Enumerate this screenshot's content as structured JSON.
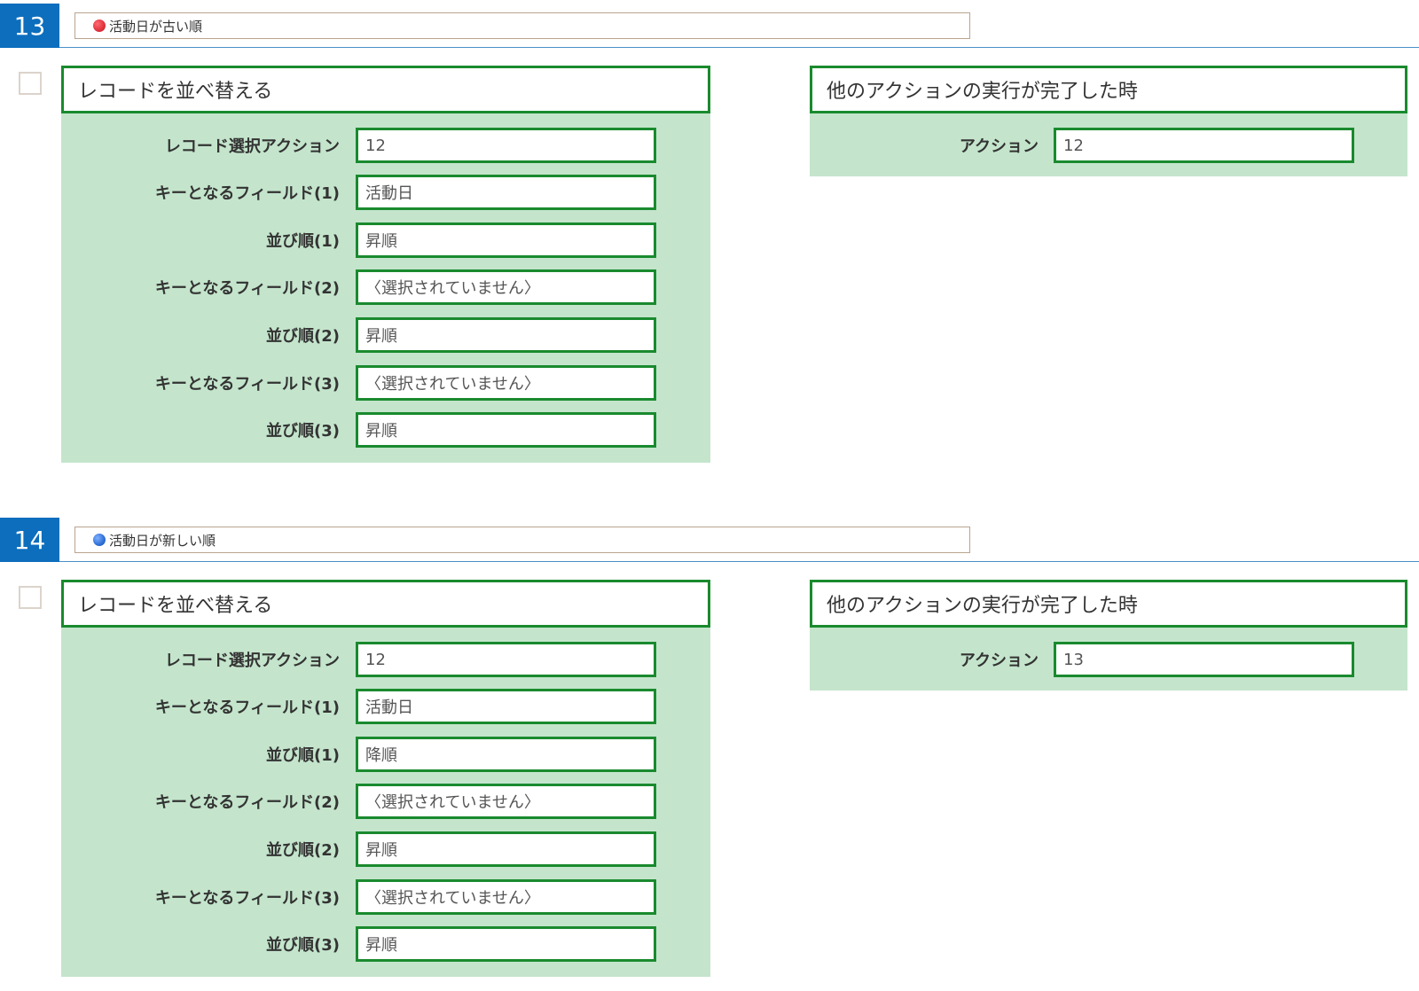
{
  "steps": [
    {
      "number": "13",
      "title": "活動日が古い順",
      "dot_color": "#e0323c",
      "left_panel": {
        "header": "レコードを並べ替える",
        "fields": [
          {
            "label": "レコード選択アクション",
            "value": "12"
          },
          {
            "label": "キーとなるフィールド(1)",
            "value": "活動日"
          },
          {
            "label": "並び順(1)",
            "value": "昇順"
          },
          {
            "label": "キーとなるフィールド(2)",
            "value": "〈選択されていません〉"
          },
          {
            "label": "並び順(2)",
            "value": "昇順"
          },
          {
            "label": "キーとなるフィールド(3)",
            "value": "〈選択されていません〉"
          },
          {
            "label": "並び順(3)",
            "value": "昇順"
          }
        ]
      },
      "right_panel": {
        "header": "他のアクションの実行が完了した時",
        "fields": [
          {
            "label": "アクション",
            "value": "12"
          }
        ]
      }
    },
    {
      "number": "14",
      "title": "活動日が新しい順",
      "dot_color": "#2f6fd6",
      "left_panel": {
        "header": "レコードを並べ替える",
        "fields": [
          {
            "label": "レコード選択アクション",
            "value": "12"
          },
          {
            "label": "キーとなるフィールド(1)",
            "value": "活動日"
          },
          {
            "label": "並び順(1)",
            "value": "降順"
          },
          {
            "label": "キーとなるフィールド(2)",
            "value": "〈選択されていません〉"
          },
          {
            "label": "並び順(2)",
            "value": "昇順"
          },
          {
            "label": "キーとなるフィールド(3)",
            "value": "〈選択されていません〉"
          },
          {
            "label": "並び順(3)",
            "value": "昇順"
          }
        ]
      },
      "right_panel": {
        "header": "他のアクションの実行が完了した時",
        "fields": [
          {
            "label": "アクション",
            "value": "13"
          }
        ]
      }
    }
  ],
  "colors": {
    "step_badge": "#0d6ebd",
    "panel_fill": "#c4e5cc",
    "panel_border": "#1a8a2e"
  }
}
